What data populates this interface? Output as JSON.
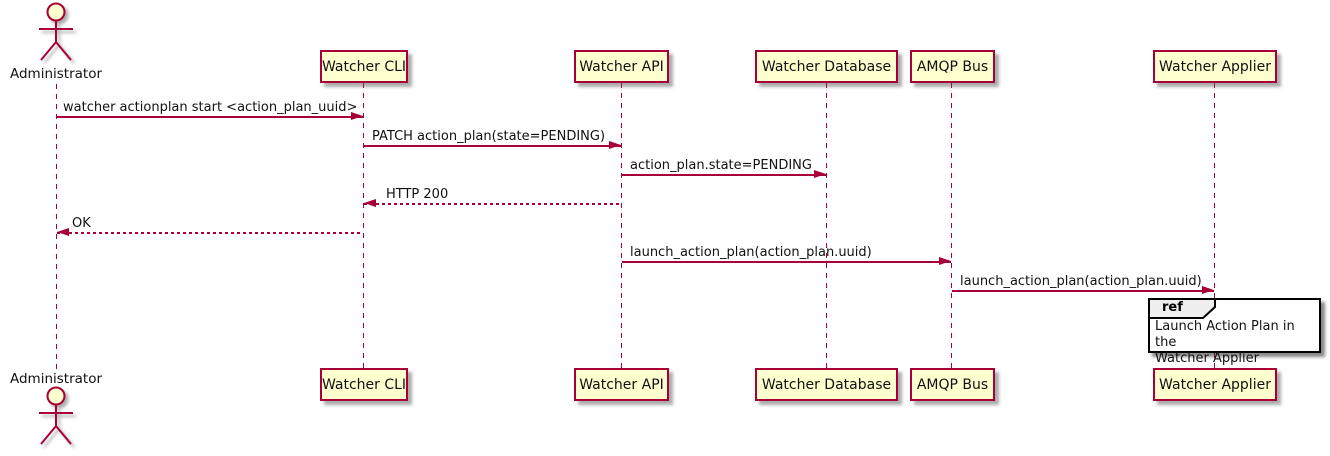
{
  "colors": {
    "participant_fill": "#FEFECE",
    "participant_border": "#A80036",
    "arrow": "#A80036",
    "lifeline": "#A80036",
    "text": "#111111",
    "ref_border": "#000000",
    "ref_header_fill": "#EEEEEE",
    "background": "#FFFFFF"
  },
  "actor": {
    "name": "Administrator"
  },
  "participants": [
    {
      "label": "Watcher CLI"
    },
    {
      "label": "Watcher API"
    },
    {
      "label": "Watcher Database"
    },
    {
      "label": "AMQP Bus"
    },
    {
      "label": "Watcher Applier"
    }
  ],
  "messages": [
    {
      "text": "watcher actionplan start <action_plan_uuid>",
      "from": "Administrator",
      "to": "Watcher CLI",
      "line": "solid"
    },
    {
      "text": "PATCH action_plan(state=PENDING)",
      "from": "Watcher CLI",
      "to": "Watcher API",
      "line": "solid"
    },
    {
      "text": "action_plan.state=PENDING",
      "from": "Watcher API",
      "to": "Watcher Database",
      "line": "solid"
    },
    {
      "text": "HTTP 200",
      "from": "Watcher API",
      "to": "Watcher CLI",
      "line": "dashed"
    },
    {
      "text": "OK",
      "from": "Watcher CLI",
      "to": "Administrator",
      "line": "dashed"
    },
    {
      "text": "launch_action_plan(action_plan.uuid)",
      "from": "Watcher API",
      "to": "AMQP Bus",
      "line": "solid"
    },
    {
      "text": "launch_action_plan(action_plan.uuid)",
      "from": "AMQP Bus",
      "to": "Watcher Applier",
      "line": "solid"
    }
  ],
  "ref": {
    "keyword": "ref",
    "text": "Launch Action Plan in the\nWatcher Applier"
  }
}
